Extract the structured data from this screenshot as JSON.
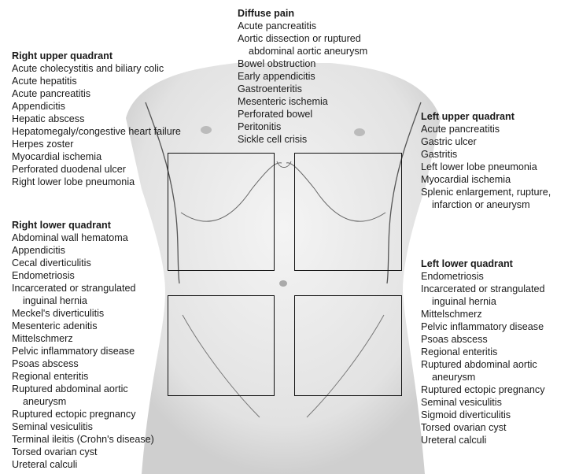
{
  "diffuse": {
    "title": "Diffuse pain",
    "items": [
      {
        "text": "Acute pancreatitis"
      },
      {
        "text": "Aortic dissection or ruptured",
        "cont": "abdominal aortic aneurysm"
      },
      {
        "text": "Bowel obstruction"
      },
      {
        "text": "Early appendicitis"
      },
      {
        "text": "Gastroenteritis"
      },
      {
        "text": "Mesenteric ischemia"
      },
      {
        "text": "Perforated bowel"
      },
      {
        "text": "Peritonitis"
      },
      {
        "text": "Sickle cell crisis"
      }
    ]
  },
  "right_upper": {
    "title": "Right upper quadrant",
    "items": [
      {
        "text": "Acute cholecystitis and biliary colic"
      },
      {
        "text": "Acute hepatitis"
      },
      {
        "text": "Acute pancreatitis"
      },
      {
        "text": "Appendicitis"
      },
      {
        "text": "Hepatic abscess"
      },
      {
        "text": "Hepatomegaly/congestive heart failure"
      },
      {
        "text": "Herpes zoster"
      },
      {
        "text": "Myocardial ischemia"
      },
      {
        "text": "Perforated duodenal ulcer"
      },
      {
        "text": "Right lower lobe pneumonia"
      }
    ]
  },
  "left_upper": {
    "title": "Left upper quadrant",
    "items": [
      {
        "text": "Acute pancreatitis"
      },
      {
        "text": "Gastric ulcer"
      },
      {
        "text": "Gastritis"
      },
      {
        "text": "Left lower lobe pneumonia"
      },
      {
        "text": "Myocardial ischemia"
      },
      {
        "text": "Splenic enlargement, rupture,",
        "cont": "infarction or aneurysm"
      }
    ]
  },
  "right_lower": {
    "title": "Right lower quadrant",
    "items": [
      {
        "text": "Abdominal wall hematoma"
      },
      {
        "text": "Appendicitis"
      },
      {
        "text": "Cecal diverticulitis"
      },
      {
        "text": "Endometriosis"
      },
      {
        "text": "Incarcerated or strangulated",
        "cont": "inguinal hernia"
      },
      {
        "text": "Meckel's diverticulitis"
      },
      {
        "text": "Mesenteric adenitis"
      },
      {
        "text": "Mittelschmerz"
      },
      {
        "text": "Pelvic inflammatory disease"
      },
      {
        "text": "Psoas abscess"
      },
      {
        "text": "Regional enteritis"
      },
      {
        "text": "Ruptured abdominal aortic",
        "cont": "aneurysm"
      },
      {
        "text": "Ruptured ectopic pregnancy"
      },
      {
        "text": "Seminal vesiculitis"
      },
      {
        "text": "Terminal ileitis (Crohn's disease)"
      },
      {
        "text": "Torsed ovarian cyst"
      },
      {
        "text": "Ureteral calculi"
      }
    ]
  },
  "left_lower": {
    "title": "Left lower quadrant",
    "items": [
      {
        "text": "Endometriosis"
      },
      {
        "text": "Incarcerated or strangulated",
        "cont": "inguinal hernia"
      },
      {
        "text": "Mittelschmerz"
      },
      {
        "text": "Pelvic inflammatory disease"
      },
      {
        "text": "Psoas abscess"
      },
      {
        "text": "Regional enteritis"
      },
      {
        "text": "Ruptured abdominal aortic",
        "cont": "aneurysm"
      },
      {
        "text": "Ruptured ectopic pregnancy"
      },
      {
        "text": "Seminal vesiculitis"
      },
      {
        "text": "Sigmoid diverticulitis"
      },
      {
        "text": "Torsed ovarian cyst"
      },
      {
        "text": "Ureteral calculi"
      }
    ]
  }
}
